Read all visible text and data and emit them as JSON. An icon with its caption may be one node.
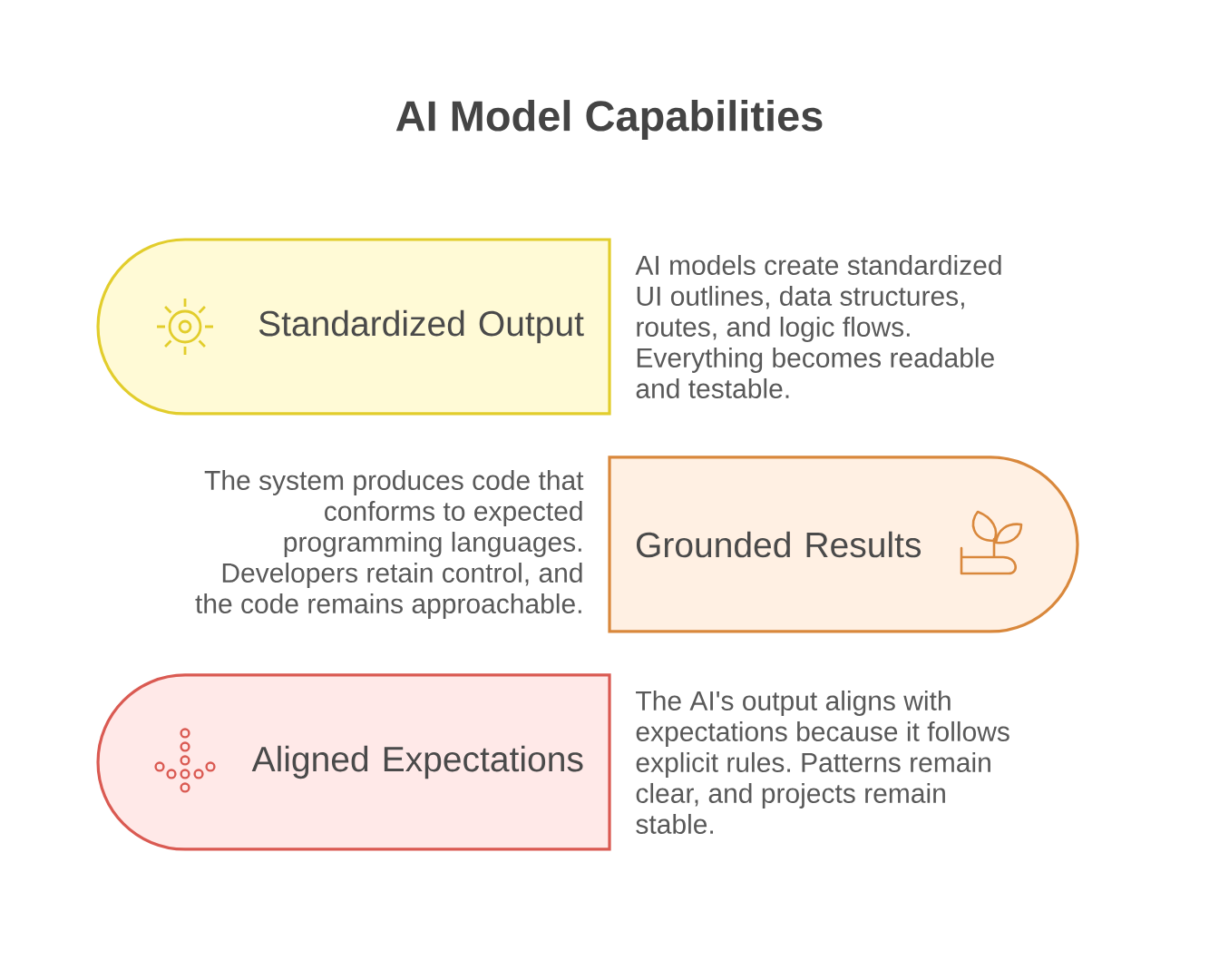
{
  "diagram": {
    "title": "AI Model Capabilities",
    "nodes": [
      {
        "text": [
          "Standardized Output"
        ],
        "beside": [
          "AI models create standardized UI outlines, data structures, routes, and logic flows. Everything becomes readable and testable."
        ]
      },
      {
        "text": [
          "Grounded Results"
        ],
        "beside": [
          "The system produces code that conforms to expected programming languages. Developers retain control, and the code remains approachable."
        ]
      },
      {
        "text": [
          "Aligned Expectations"
        ],
        "beside": [
          "The AI's output aligns with expectations because it follows explicit rules. Patterns remain clear, and projects remain stable."
        ]
      }
    ]
  }
}
